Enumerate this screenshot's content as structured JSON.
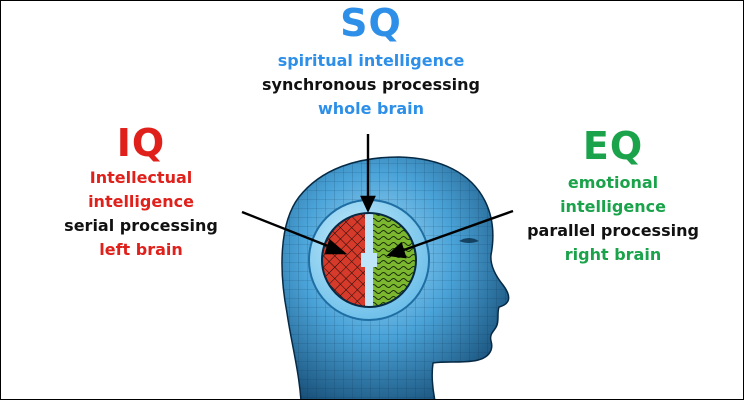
{
  "colors": {
    "sq": "#2e8fe8",
    "iq": "#e0201b",
    "eq": "#1aa34a",
    "text": "#111111",
    "head_fill": "#5fb8ea",
    "head_dark": "#0f4f7a",
    "left_brain": "#d63a2a",
    "right_brain": "#7cb82f"
  },
  "sq": {
    "title": "SQ",
    "line1": "spiritual intelligence",
    "line2": "synchronous processing",
    "line3": "whole brain"
  },
  "iq": {
    "title": "IQ",
    "line1": "Intellectual",
    "line2": "intelligence",
    "line3": "serial processing",
    "line4": "left brain"
  },
  "eq": {
    "title": "EQ",
    "line1": "emotional",
    "line2": "intelligence",
    "line3": "parallel processing",
    "line4": "right brain"
  }
}
